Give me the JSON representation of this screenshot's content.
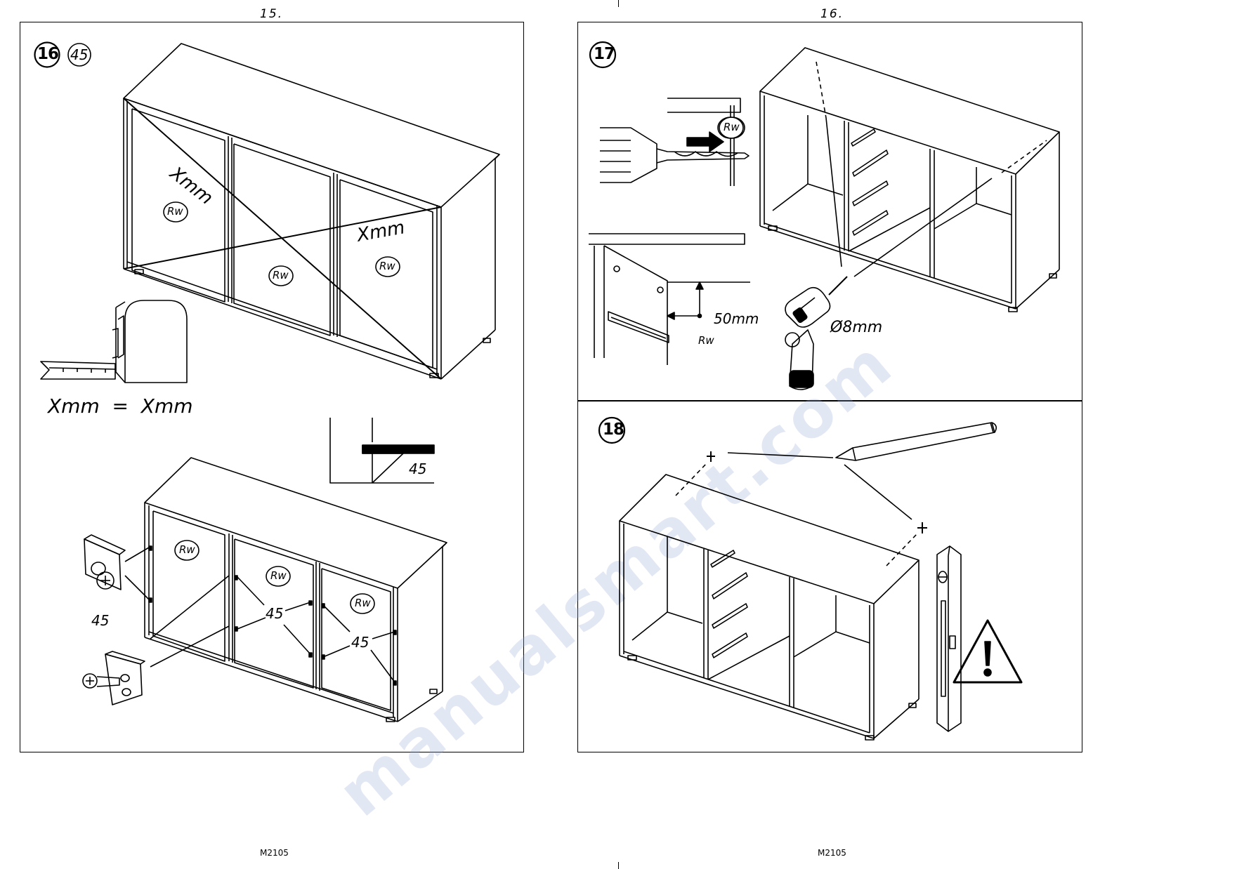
{
  "pages": {
    "left": {
      "number": "15.",
      "footer": "M2105"
    },
    "right": {
      "number": "16.",
      "footer": "M2105"
    }
  },
  "watermark": "manualsmart.com",
  "steps": {
    "s16": {
      "step": "16",
      "ref": "45",
      "diag_label_1": "Xmm",
      "diag_label_2": "Xmm",
      "rw_1": "Rw",
      "rw_2": "Rw",
      "rw_3": "Rw",
      "equation": "Xmm  =  Xmm",
      "detail_45": "45",
      "bracket_45": "45",
      "hinge_45_a": "45",
      "hinge_45_b": "45",
      "rw_4": "Rw",
      "rw_5": "Rw",
      "rw_6": "Rw"
    },
    "s17": {
      "step": "17",
      "rw_drill": "Rw",
      "dim_50": "50mm",
      "rw_small": "Rw",
      "bit_dia": "Ø8mm"
    },
    "s18": {
      "step": "18"
    }
  }
}
